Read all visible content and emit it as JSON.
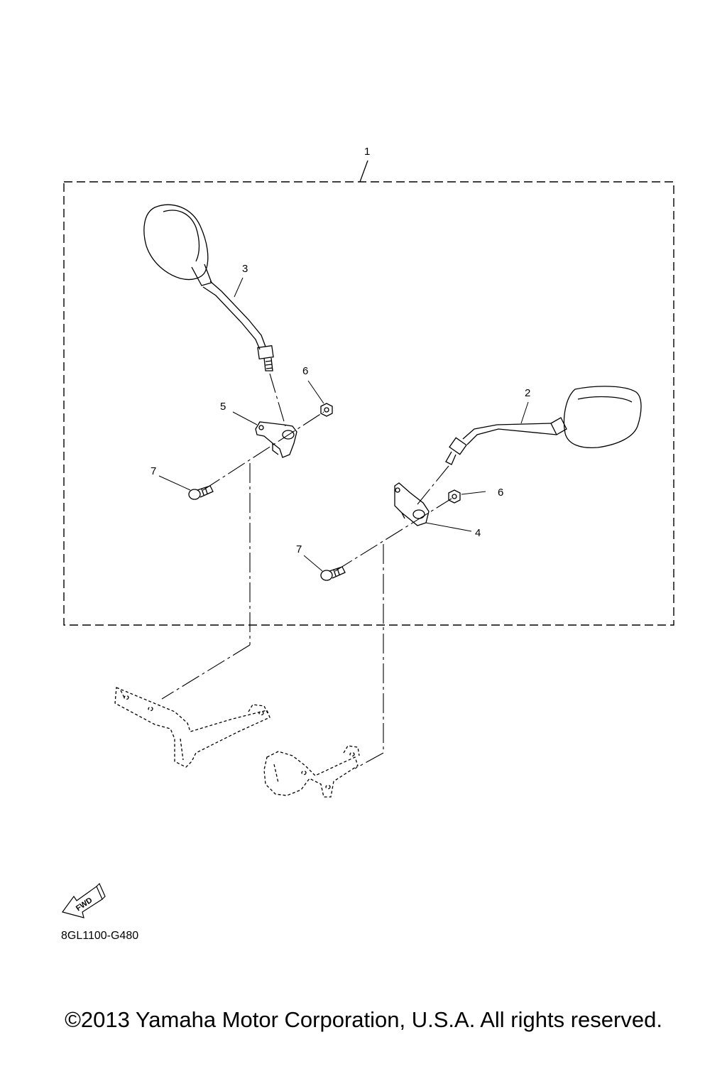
{
  "callouts": {
    "c1": "1",
    "c2": "2",
    "c3": "3",
    "c4": "4",
    "c5": "5",
    "c6_left": "6",
    "c6_right": "6",
    "c7_left": "7",
    "c7_right": "7"
  },
  "fwd_label": "FWD",
  "diagram_code": "8GL1100-G480",
  "copyright": "©2013 Yamaha Motor Corporation, U.S.A. All rights reserved.",
  "icons": [
    "fwd-arrow-icon"
  ],
  "colors": {
    "line": "#000000",
    "background": "#ffffff"
  }
}
